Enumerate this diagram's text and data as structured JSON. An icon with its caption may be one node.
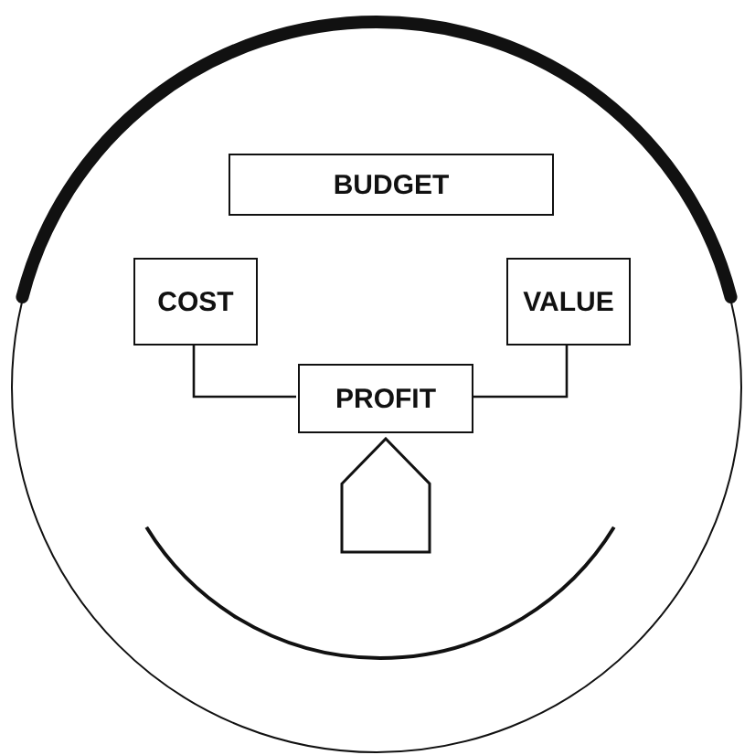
{
  "diagram": {
    "nodes": [
      {
        "text": [],
        "shape": "circle"
      },
      {
        "text": [
          "BUDGET"
        ],
        "in": 0
      },
      {
        "text": [
          "COST"
        ],
        "in": 0
      },
      {
        "text": [
          "VALUE"
        ],
        "in": 0
      },
      {
        "text": [
          "PROFIT"
        ],
        "in": 0
      },
      {
        "text": [],
        "shape": "pentagon",
        "in": 0
      }
    ],
    "edges": [
      {
        "from": 2,
        "to": 4,
        "arrow": "none"
      },
      {
        "from": 3,
        "to": 4,
        "arrow": "none"
      }
    ]
  }
}
